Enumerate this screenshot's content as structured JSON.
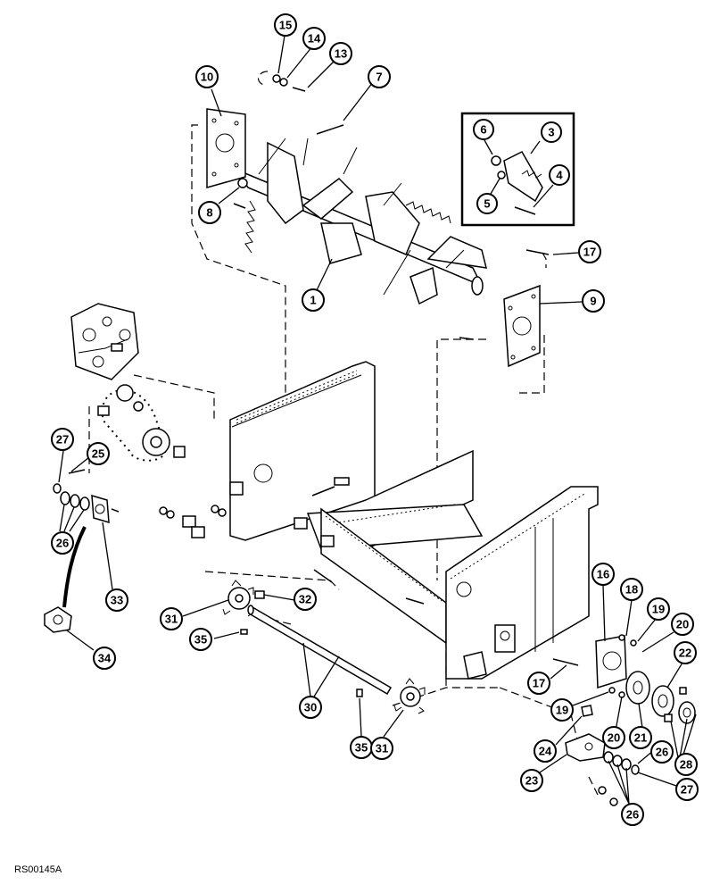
{
  "diagram": {
    "reference_code": "RS00145A",
    "callouts": [
      "15",
      "14",
      "13",
      "7",
      "10",
      "6",
      "3",
      "4",
      "5",
      "8",
      "17",
      "9",
      "1",
      "27",
      "25",
      "26",
      "33",
      "34",
      "32",
      "31",
      "35",
      "30",
      "35",
      "31",
      "16",
      "18",
      "19",
      "20",
      "22",
      "17",
      "19",
      "21",
      "28",
      "24",
      "20",
      "26",
      "23",
      "27",
      "26"
    ],
    "colors": {
      "ink": "#000000",
      "paper": "#ffffff"
    }
  }
}
